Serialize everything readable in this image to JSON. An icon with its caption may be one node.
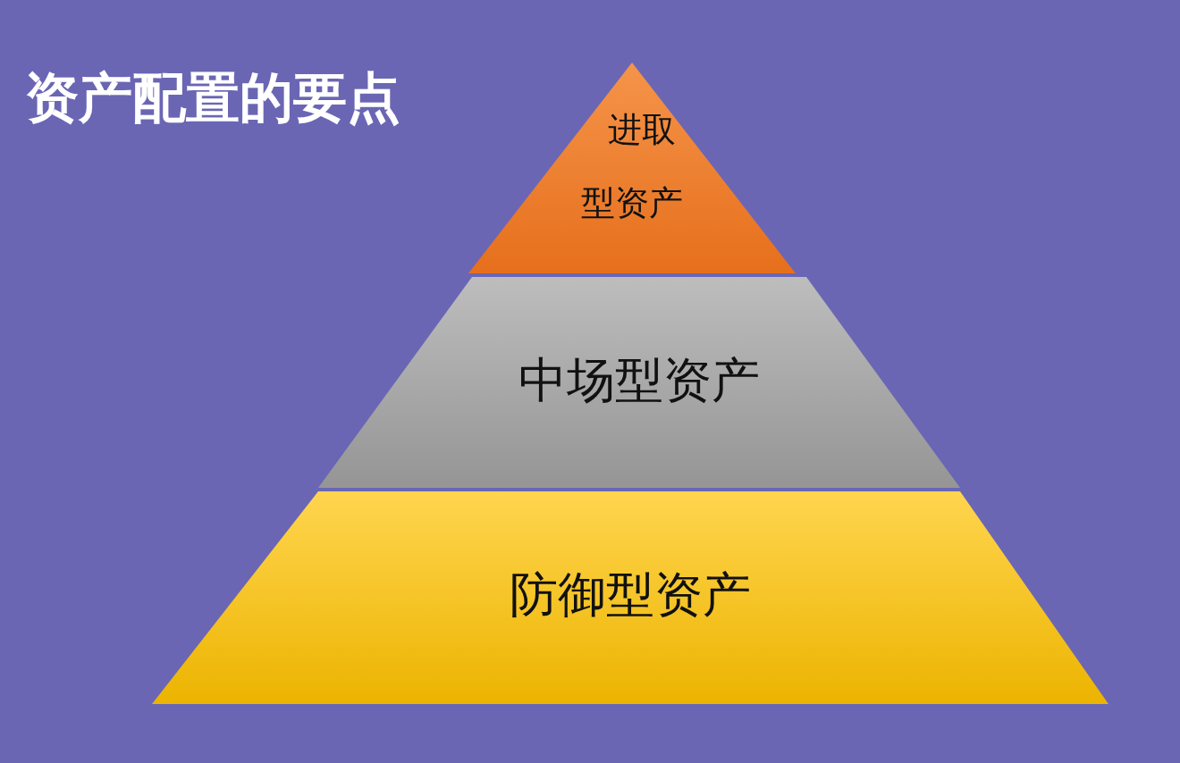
{
  "diagram": {
    "title": "资产配置的要点",
    "nodes": [
      {
        "text": [
          "进取型资产"
        ]
      },
      {
        "text": [
          "中场型资产"
        ]
      },
      {
        "text": [
          "防御型资产"
        ]
      }
    ]
  }
}
